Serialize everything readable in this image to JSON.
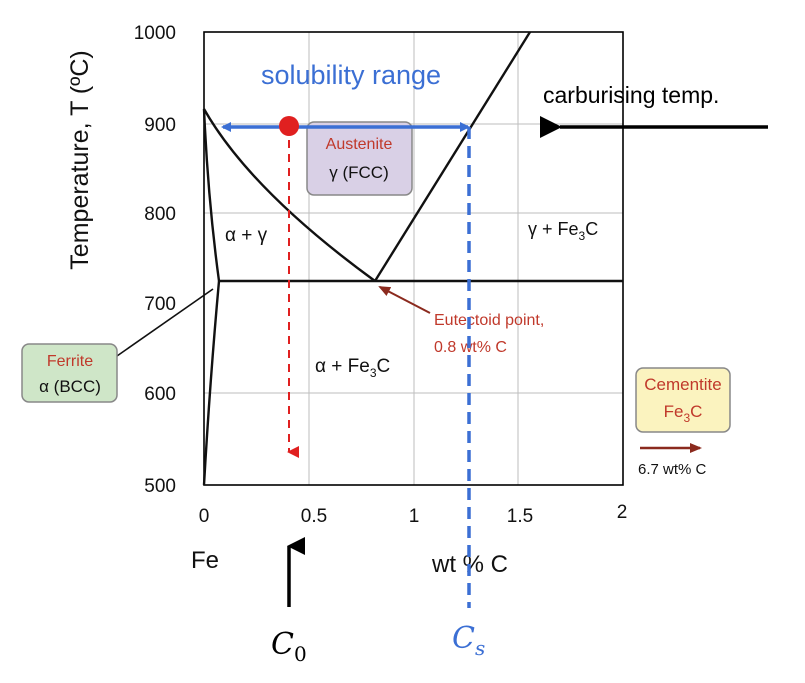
{
  "axes": {
    "ylabel": "Temperature, T  (ºC)",
    "xlabel": "wt % C",
    "x_origin_label": "Fe",
    "xticks": [
      "0",
      "0.5",
      "1",
      "1.5",
      "2"
    ],
    "yticks": [
      "1000",
      "900",
      "800",
      "700",
      "600",
      "500"
    ],
    "xlim": [
      0,
      2
    ],
    "ylim": [
      500,
      1000
    ]
  },
  "phase_labels": {
    "alpha_gamma": "α + γ",
    "gamma_fe3c": "γ + Fe3C",
    "alpha_fe3c": "α + Fe3C"
  },
  "austenite_box": {
    "title": "Austenite",
    "line2": "γ  (FCC)"
  },
  "ferrite_box": {
    "title": "Ferrite",
    "line2": "α (BCC)"
  },
  "cementite_box": {
    "title": "Cementite",
    "line2": "Fe3C",
    "note": "6.7 wt% C"
  },
  "eutectoid": {
    "line1": "Eutectoid point,",
    "line2": "0.8 wt% C"
  },
  "annotations": {
    "solubility_range": "solubility range",
    "carburising_temp": "carburising temp.",
    "c0": "C",
    "c0_sub": "0",
    "cs": "C",
    "cs_sub": "s"
  },
  "markers": {
    "carburising_temperature_C": 890,
    "c0_wt_pct": 0.4,
    "cs_wt_pct": 1.28
  },
  "colors": {
    "blue": "#3b6fd4",
    "red": "#e02020",
    "dark_red": "#b03a2e",
    "austenite_fill": "#d9d0e6",
    "ferrite_fill": "#cfe6c8",
    "cementite_fill": "#fbf3bf",
    "grid": "#bdbdbd"
  }
}
